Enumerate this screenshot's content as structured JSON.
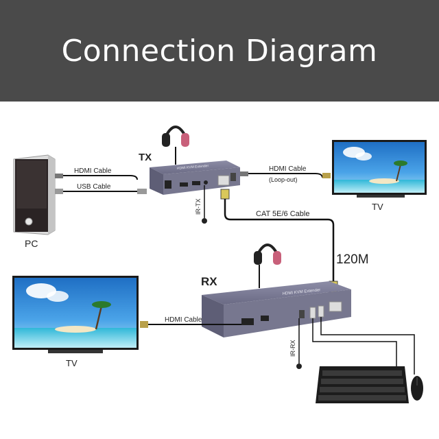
{
  "header": {
    "title": "Connection Diagram"
  },
  "devices": {
    "tx": {
      "label": "TX",
      "panel_text": "HDMI KVM Extender"
    },
    "rx": {
      "label": "RX",
      "panel_text": "HDMI KVM Extender"
    },
    "pc": {
      "label": "PC"
    },
    "tv_top": {
      "label": "TV"
    },
    "tv_bottom": {
      "label": "TV"
    }
  },
  "cables": {
    "pc_hdmi": "HDMI Cable",
    "pc_usb": "USB Cable",
    "loop_hdmi": "HDMI Cable",
    "loop_note": "(Loop-out)",
    "cat": "CAT 5E/6 Cable",
    "distance": "120M",
    "rx_hdmi": "HDMI Cable",
    "ir_tx": "IR-TX",
    "ir_rx": "IR-RX"
  },
  "colors": {
    "header_bg": "#4a4a4a",
    "device_body": "#6f6f8a",
    "headphone_pink": "#c8607a",
    "sky": "#2f86d6"
  }
}
